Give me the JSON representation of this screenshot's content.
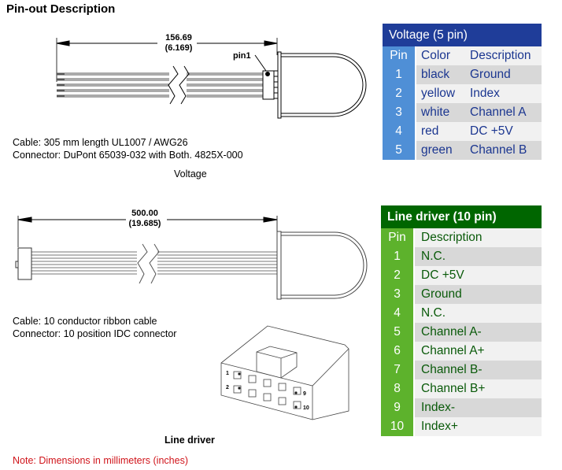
{
  "page_title": "Pin-out Description",
  "voltage_drawing": {
    "dimension_mm": "156.69",
    "dimension_in": "(6.169)",
    "pin_marker": "pin1",
    "cable_text": "Cable: 305 mm length UL1007 / AWG26",
    "connector_text": "Connector: DuPont 65039-032 with Both. 4825X-000",
    "caption": "Voltage"
  },
  "line_driver_drawing": {
    "dimension_mm": "500.00",
    "dimension_in": "(19.685)",
    "cable_text": "Cable: 10 conductor ribbon cable",
    "connector_text": "Connector: 10 position IDC connector",
    "caption": "Line driver",
    "pin_labels": [
      "1",
      "2",
      "9",
      "10"
    ]
  },
  "voltage_table": {
    "title": "Voltage (5 pin)",
    "headers": {
      "pin": "Pin",
      "color": "Color",
      "description": "Description"
    },
    "rows": [
      {
        "pin": "1",
        "color": "black",
        "description": "Ground"
      },
      {
        "pin": "2",
        "color": "yellow",
        "description": "Index"
      },
      {
        "pin": "3",
        "color": "white",
        "description": "Channel A"
      },
      {
        "pin": "4",
        "color": "red",
        "description": "DC +5V"
      },
      {
        "pin": "5",
        "color": "green",
        "description": "Channel B"
      }
    ],
    "accent_color": "#1f3d99"
  },
  "line_driver_table": {
    "title": "Line driver (10 pin)",
    "headers": {
      "pin": "Pin",
      "description": "Description"
    },
    "rows": [
      {
        "pin": "1",
        "description": "N.C."
      },
      {
        "pin": "2",
        "description": "DC +5V"
      },
      {
        "pin": "3",
        "description": "Ground"
      },
      {
        "pin": "4",
        "description": "N.C."
      },
      {
        "pin": "5",
        "description": "Channel A-"
      },
      {
        "pin": "6",
        "description": "Channel A+"
      },
      {
        "pin": "7",
        "description": "Channel B-"
      },
      {
        "pin": "8",
        "description": "Channel B+"
      },
      {
        "pin": "9",
        "description": "Index-"
      },
      {
        "pin": "10",
        "description": "Index+"
      }
    ],
    "accent_color": "#006600"
  },
  "note": "Note: Dimensions in millimeters (inches)"
}
